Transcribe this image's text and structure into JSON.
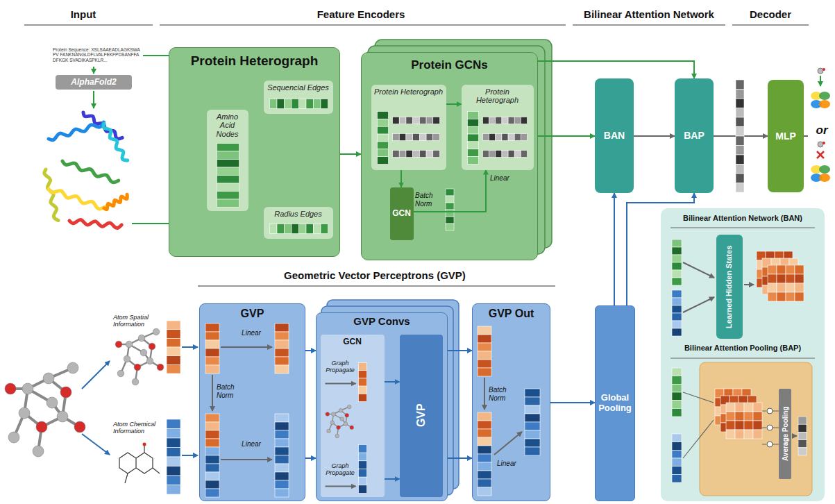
{
  "diagram": {
    "nodes": [
      {
        "text": [
          "AlphaFold2"
        ]
      },
      {
        "text": [
          "Protein Heterograph"
        ]
      },
      {
        "text": [
          "Sequencial Edges"
        ],
        "in": 1
      },
      {
        "text": [
          "Amino Acid Nodes"
        ],
        "in": 1
      },
      {
        "text": [
          "Radius Edges"
        ],
        "in": 1
      },
      {
        "text": [
          "Protein GCNs"
        ]
      },
      {
        "text": [
          "Protein Heterograph"
        ],
        "in": 5
      },
      {
        "text": [
          "Protein Heterograph"
        ],
        "in": 5
      },
      {
        "text": [
          "GCN"
        ],
        "in": 5
      },
      {
        "text": [
          "BAN"
        ]
      },
      {
        "text": [
          "BAP"
        ]
      },
      {
        "text": [
          "MLP"
        ]
      },
      {
        "text": [
          "GVP"
        ]
      },
      {
        "text": [
          "GVP Convs"
        ]
      },
      {
        "text": [
          "GCN"
        ],
        "in": 13
      },
      {
        "text": [
          "GVP"
        ],
        "in": 13
      },
      {
        "text": [
          "GVP Out"
        ]
      },
      {
        "text": [
          "Global Pooling"
        ]
      },
      {
        "text": [
          "Bilinear Attention Network (BAN)",
          "Bilinear Attention Pooling (BAP)"
        ]
      },
      {
        "text": [
          "Learned Hidden States"
        ],
        "in": 18
      },
      {
        "text": [
          "Average Pooling"
        ],
        "in": 18
      }
    ],
    "edges": [
      {
        "from": 1,
        "to": 5,
        "arrow": "to"
      },
      {
        "from": 5,
        "to": 9,
        "arrow": "to"
      },
      {
        "from": 5,
        "to": 10,
        "arrow": "to"
      },
      {
        "from": 9,
        "to": 10,
        "arrow": "to"
      },
      {
        "from": 10,
        "to": 11,
        "arrow": "to"
      },
      {
        "from": 17,
        "to": 9,
        "arrow": "to"
      },
      {
        "from": 17,
        "to": 10,
        "arrow": "to"
      },
      {
        "from": 16,
        "to": 17,
        "arrow": "to"
      },
      {
        "from": 12,
        "to": 13,
        "arrow": "to"
      },
      {
        "from": 12,
        "to": 13,
        "arrow": "to"
      },
      {
        "from": 13,
        "to": 16,
        "arrow": "to"
      },
      {
        "from": 13,
        "to": 16,
        "arrow": "to"
      },
      {
        "from": 14,
        "to": 15,
        "arrow": "to"
      },
      {
        "from": 14,
        "to": 15,
        "arrow": "to"
      },
      {
        "from": 6,
        "to": 8,
        "arrow": "to"
      },
      {
        "from": 8,
        "to": 7,
        "arrow": "to"
      },
      {
        "from": 6,
        "to": 7,
        "arrow": "to"
      }
    ],
    "labels": [
      "Input",
      "Feature Encoders",
      "Bilinear Attention Network",
      "Decoder",
      "Protein Sequence: XSLSAAEADLAGKSWAPV FANKNANGLDFLVALFEKFPDSANFFADFKGK SVADIKASPKLR...",
      "Batch Norm",
      "Linear",
      "or",
      "Geometric Vector Perceptrons (GVP)",
      "Atom Spatial Information",
      "Atom Chemical Information",
      "Linear",
      "Batch Norm",
      "Linear",
      "Graph Propagate",
      "Graph Propagate",
      "Batch Norm",
      "Linear"
    ]
  }
}
